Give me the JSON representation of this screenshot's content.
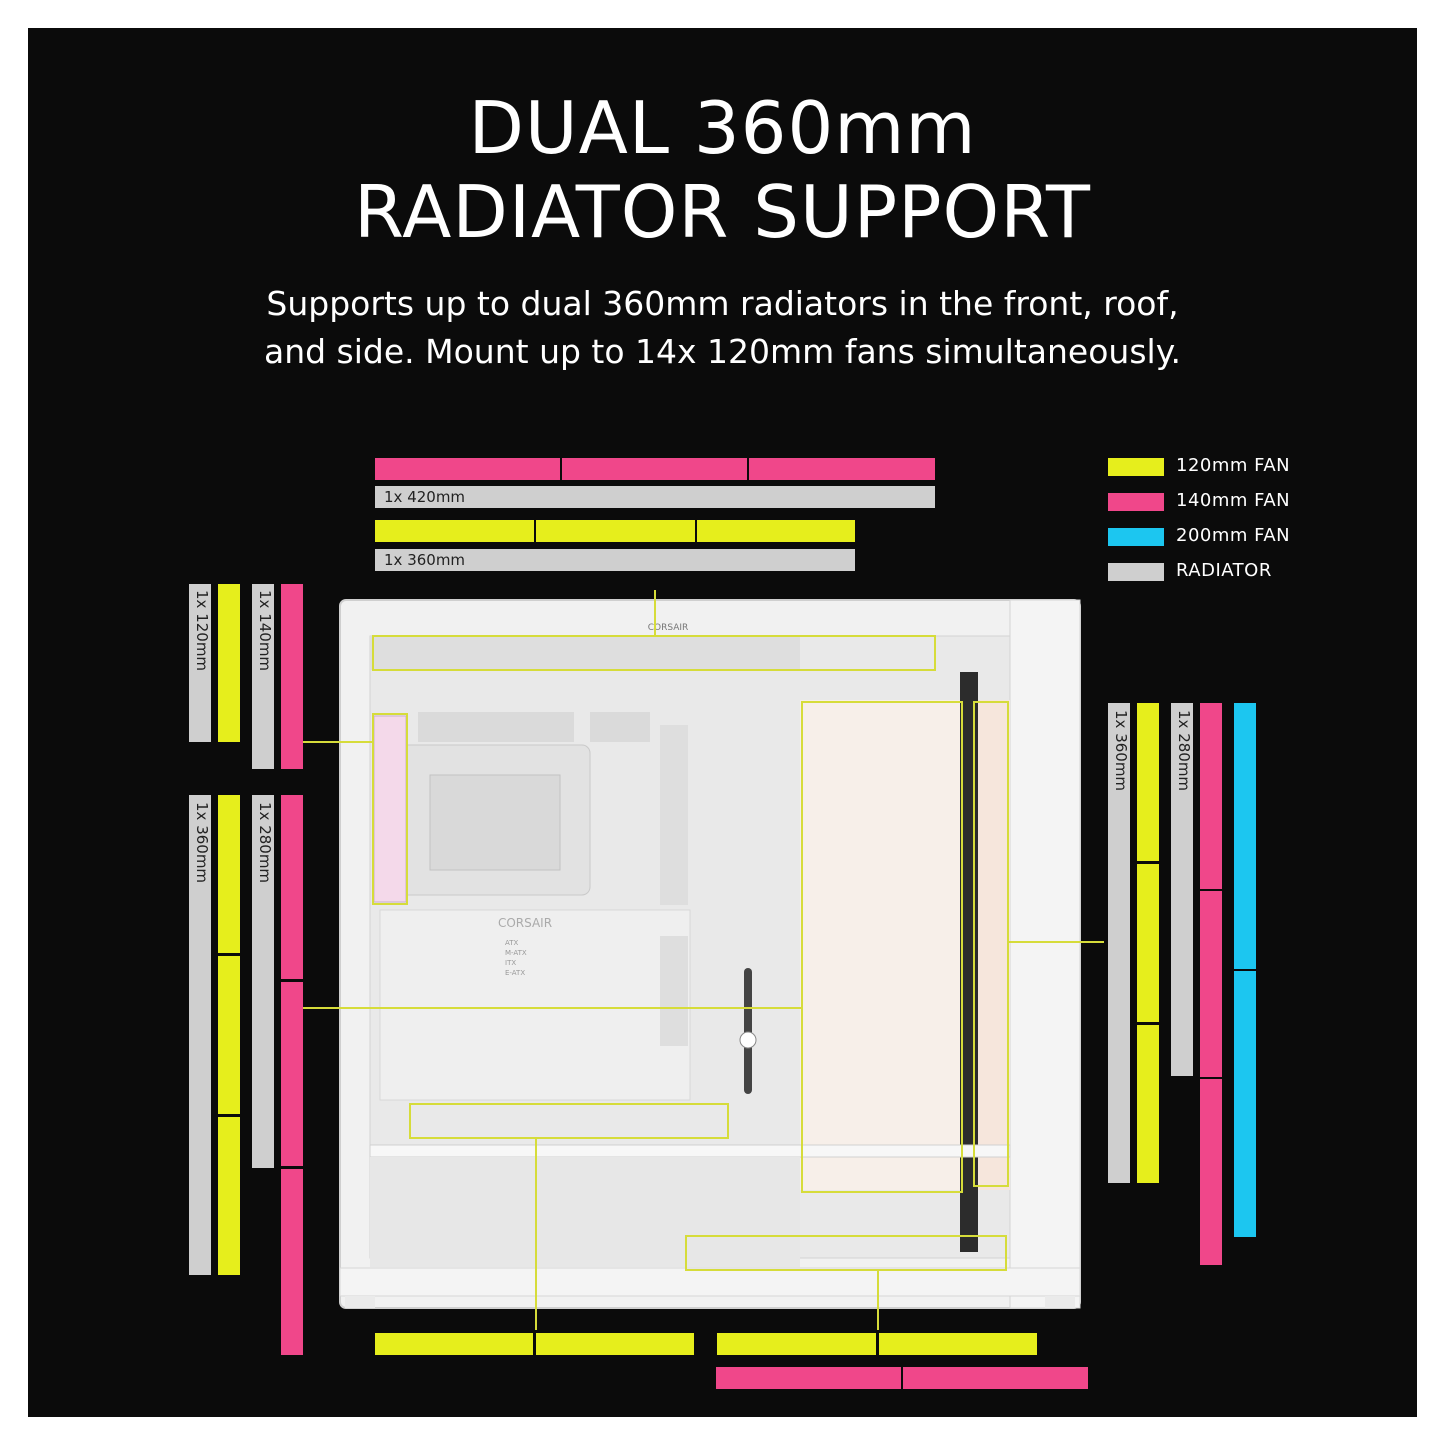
{
  "headline": {
    "line1": "DUAL 360mm",
    "line2": "RADIATOR SUPPORT"
  },
  "description": {
    "line1": "Supports up to dual 360mm radiators in the front, roof,",
    "line2": "and side. Mount up to 14x 120mm fans simultaneously."
  },
  "legend": [
    {
      "label": "120mm FAN",
      "color": "#e6ee1c"
    },
    {
      "label": "140mm FAN",
      "color": "#f0478a"
    },
    {
      "label": "200mm FAN",
      "color": "#1cc6f0"
    },
    {
      "label": "RADIATOR",
      "color": "#cfcfcf"
    }
  ],
  "colors": {
    "background": "#0b0b0b",
    "fan120": "#e6ee1c",
    "fan140": "#f0478a",
    "fan200": "#1cc6f0",
    "radiator": "#cfcfcf",
    "case": "#f1f1f1",
    "guide_line": "#d6dc3a"
  },
  "top": {
    "radiator_420_label": "1x 420mm",
    "radiator_360_label": "1x 360mm"
  },
  "left_upper": {
    "radiator_120_label": "1x 120mm",
    "radiator_140_label": "1x 140mm"
  },
  "left_lower": {
    "radiator_360_label": "1x 360mm",
    "radiator_280_label": "1x 280mm"
  },
  "right": {
    "radiator_360_label": "1x 360mm",
    "radiator_280_label": "1x 280mm"
  },
  "case": {
    "brand_top": "CORSAIR",
    "brand_tray": "CORSAIR",
    "tray_marks": [
      "ATX",
      "M-ATX",
      "ITX",
      "E-ATX"
    ]
  }
}
